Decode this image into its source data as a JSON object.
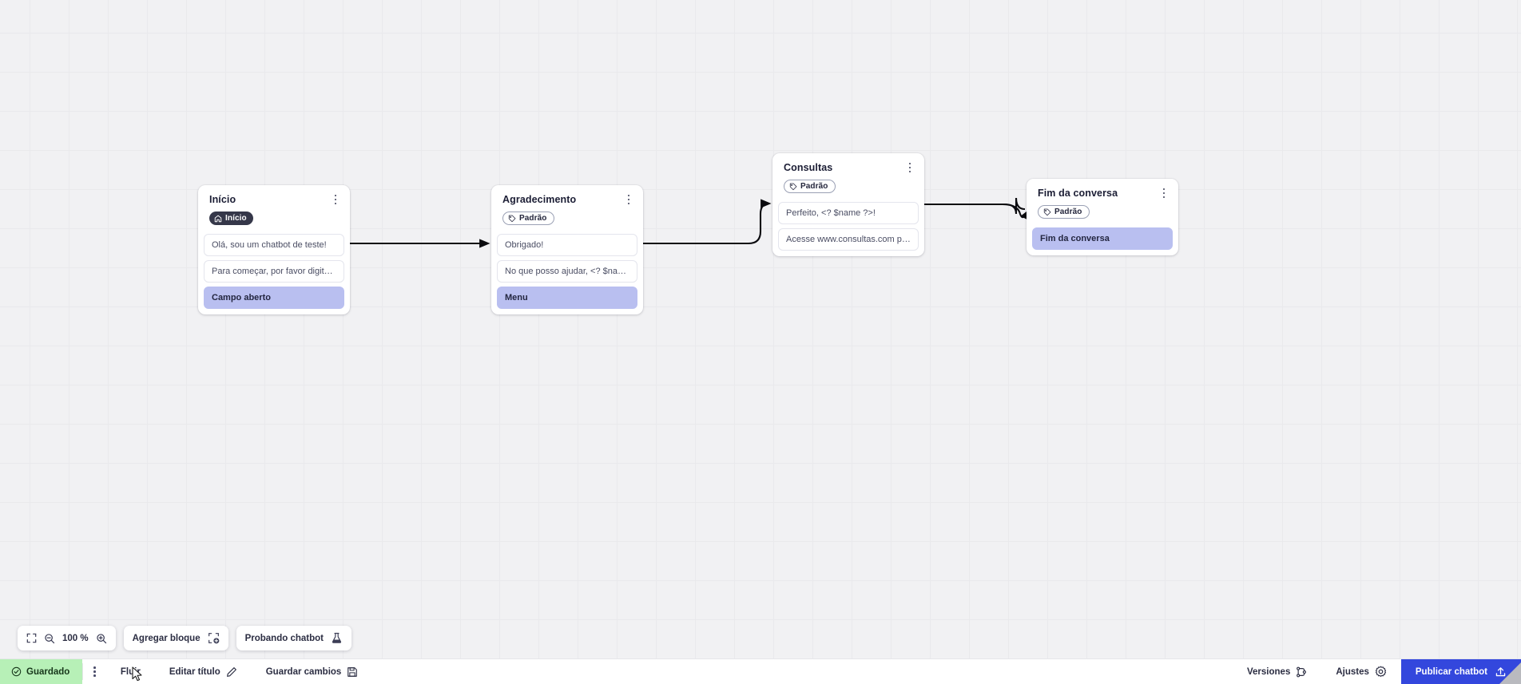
{
  "canvas": {
    "zoom_level": "100 %",
    "grid": true
  },
  "nodes": [
    {
      "id": "inicio",
      "title": "Início",
      "badge": {
        "label": "Início",
        "icon": "home-icon",
        "style": "start"
      },
      "items": [
        {
          "text": "Olá, sou um chatbot de teste!",
          "type": "message"
        },
        {
          "text": "Para começar, por favor digite o ...",
          "type": "message"
        },
        {
          "text": "Campo aberto",
          "type": "action"
        }
      ]
    },
    {
      "id": "agradecimento",
      "title": "Agradecimento",
      "badge": {
        "label": "Padrão",
        "icon": "tag-icon",
        "style": "default"
      },
      "items": [
        {
          "text": "Obrigado!",
          "type": "message"
        },
        {
          "text": "No que posso ajudar, <? $name ...",
          "type": "message"
        },
        {
          "text": "Menu",
          "type": "action"
        }
      ]
    },
    {
      "id": "consultas",
      "title": "Consultas",
      "badge": {
        "label": "Padrão",
        "icon": "tag-icon",
        "style": "default"
      },
      "items": [
        {
          "text": "Perfeito, <? $name ?>!",
          "type": "message"
        },
        {
          "text": "Acesse www.consultas.com par...",
          "type": "message"
        }
      ]
    },
    {
      "id": "fim",
      "title": "Fim da conversa",
      "badge": {
        "label": "Padrão",
        "icon": "tag-icon",
        "style": "default"
      },
      "items": [
        {
          "text": "Fim da conversa",
          "type": "action"
        }
      ]
    }
  ],
  "toolbar": {
    "fit_icon": "fit-screen-icon",
    "zoom_out_icon": "zoom-out-icon",
    "zoom_value": "100 %",
    "zoom_in_icon": "zoom-in-icon",
    "add_block_label": "Agregar bloque",
    "add_block_icon": "add-block-icon",
    "test_chatbot_label": "Probando chatbot",
    "test_chatbot_icon": "flask-icon"
  },
  "statusbar": {
    "saved_label": "Guardado",
    "saved_icon": "check-circle-icon",
    "menu_icon": "kebab-menu-icon",
    "flow_label": "Fluir",
    "edit_title_label": "Editar título",
    "edit_title_icon": "pencil-icon",
    "save_changes_label": "Guardar cambios",
    "save_changes_icon": "save-disk-icon",
    "versions_label": "Versiones",
    "versions_icon": "branch-icon",
    "settings_label": "Ajustes",
    "settings_icon": "gear-icon",
    "publish_label": "Publicar chatbot",
    "publish_icon": "upload-icon"
  },
  "colors": {
    "accent": "#3347dd",
    "action_bubble": "#b9bff0",
    "saved_chip": "#b7f0b7",
    "start_badge": "#353749",
    "canvas_bg": "#f1f1f3"
  }
}
